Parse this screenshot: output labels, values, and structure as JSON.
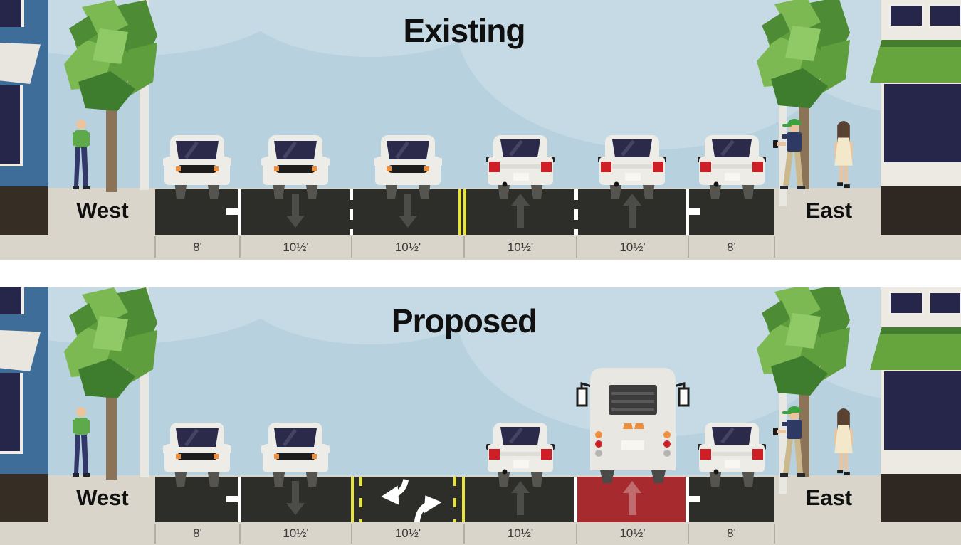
{
  "colors": {
    "sky": "#b7d1de",
    "cloud": "#c5dae5",
    "road": "#2d2d29",
    "sidewalk": "#d9d5cb",
    "divider": "#b2aea5",
    "label_text": "#3a3a38",
    "title_text": "#101010",
    "base_west": "#362d25",
    "base_east": "#2f2822",
    "building_blue": "#3d6d98",
    "window_dark": "#26264b",
    "trim_white": "#f0ede6",
    "awning_white": "#e9e6df",
    "awning_green": "#66a43d",
    "awning_green_dark": "#447d2e",
    "building_cream": "#edeae4",
    "red_lane": "#a62a2e",
    "red_lane_arrow": "#c06b6e",
    "lane_arrow": "#4c4c48",
    "marking_yellow": "#e9e43c",
    "marking_white": "#ffffff",
    "car_body": "#edece7",
    "car_glass": "#2b2a4b",
    "taillight": "#cf1f26",
    "signal_orange": "#ef8f3c",
    "grille": "#1d1d1d",
    "wheel": "#55544f",
    "bus_body": "#e9e7e2",
    "bus_panel": "#3c3c3c",
    "tree_trunk": "#8a7356",
    "pole": "#e8e7e2",
    "skin": "#eac49e",
    "walker_shirt": "#5ea94a",
    "walker_pants": "#32396a",
    "cap": "#3fa03f",
    "man_shirt": "#2e3a63",
    "man_pants": "#cbb88d",
    "woman_hair": "#5a4232",
    "woman_dress": "#f3e9ca"
  },
  "panels": [
    {
      "title": "Existing",
      "west_label": "West",
      "east_label": "East",
      "lanes": [
        {
          "width_label": "8'",
          "use": "parking"
        },
        {
          "width_label": "10½'",
          "use": "travel",
          "direction": "down"
        },
        {
          "width_label": "10½'",
          "use": "travel",
          "direction": "down"
        },
        {
          "width_label": "10½'",
          "use": "travel",
          "direction": "up"
        },
        {
          "width_label": "10½'",
          "use": "travel",
          "direction": "up"
        },
        {
          "width_label": "8'",
          "use": "parking"
        }
      ],
      "markings": [
        "parking-tee",
        "dashed-white",
        "double-yellow",
        "dashed-white",
        "parking-tee"
      ],
      "vehicles": [
        "car-front",
        "car-front",
        "car-front",
        "car-rear",
        "car-rear",
        "car-rear"
      ]
    },
    {
      "title": "Proposed",
      "west_label": "West",
      "east_label": "East",
      "lanes": [
        {
          "width_label": "8'",
          "use": "parking"
        },
        {
          "width_label": "10½'",
          "use": "travel",
          "direction": "down"
        },
        {
          "width_label": "10½'",
          "use": "center-turn-lane"
        },
        {
          "width_label": "10½'",
          "use": "travel",
          "direction": "up"
        },
        {
          "width_label": "10½'",
          "use": "bus-lane",
          "direction": "up"
        },
        {
          "width_label": "8'",
          "use": "parking"
        }
      ],
      "markings": [
        "parking-tee",
        "yellow-solid-and-dash",
        "yellow-dash-and-solid",
        "solid-white",
        "parking-tee"
      ],
      "vehicles": [
        "car-front",
        "car-front",
        "turn-arrows",
        "car-rear",
        "bus-rear",
        "car-rear"
      ]
    }
  ]
}
